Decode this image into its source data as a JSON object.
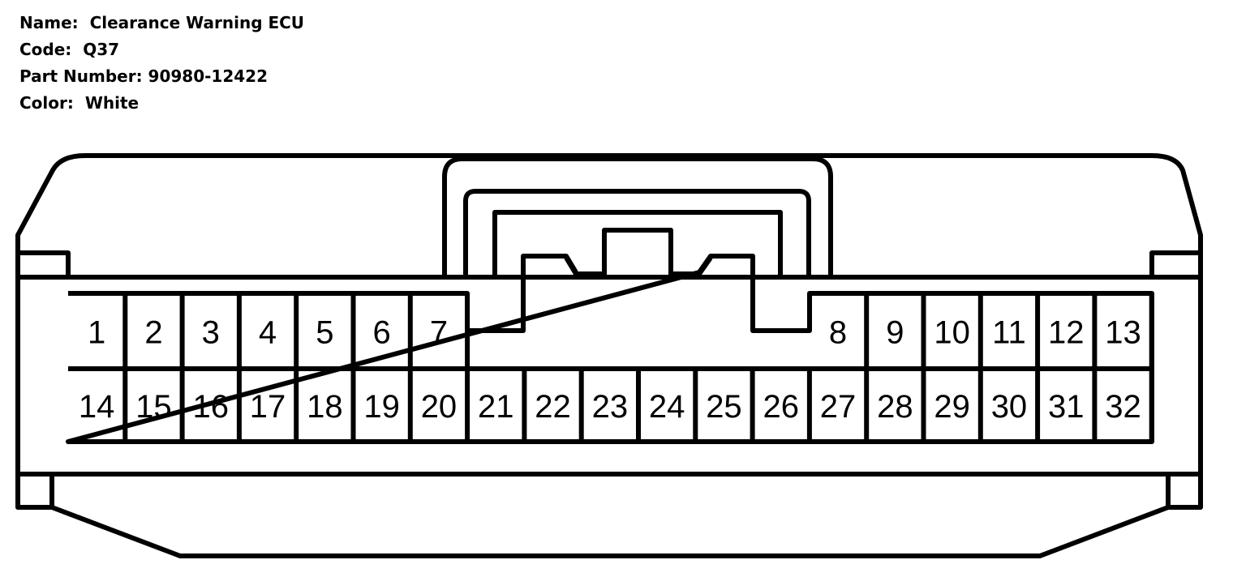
{
  "connector": {
    "name_label": "Name:",
    "name_value": "Clearance Warning ECU",
    "code_label": "Code:",
    "code_value": "Q37",
    "part_label": "Part Number:",
    "part_value": "90980-12422",
    "color_label": "Color:",
    "color_value": "White"
  },
  "pins_top_left": [
    "1",
    "2",
    "3",
    "4",
    "5",
    "6",
    "7"
  ],
  "pins_top_right": [
    "8",
    "9",
    "10",
    "11",
    "12",
    "13"
  ],
  "pins_bottom": [
    "14",
    "15",
    "16",
    "17",
    "18",
    "19",
    "20",
    "21",
    "22",
    "23",
    "24",
    "25",
    "26",
    "27",
    "28",
    "29",
    "30",
    "31",
    "32"
  ]
}
